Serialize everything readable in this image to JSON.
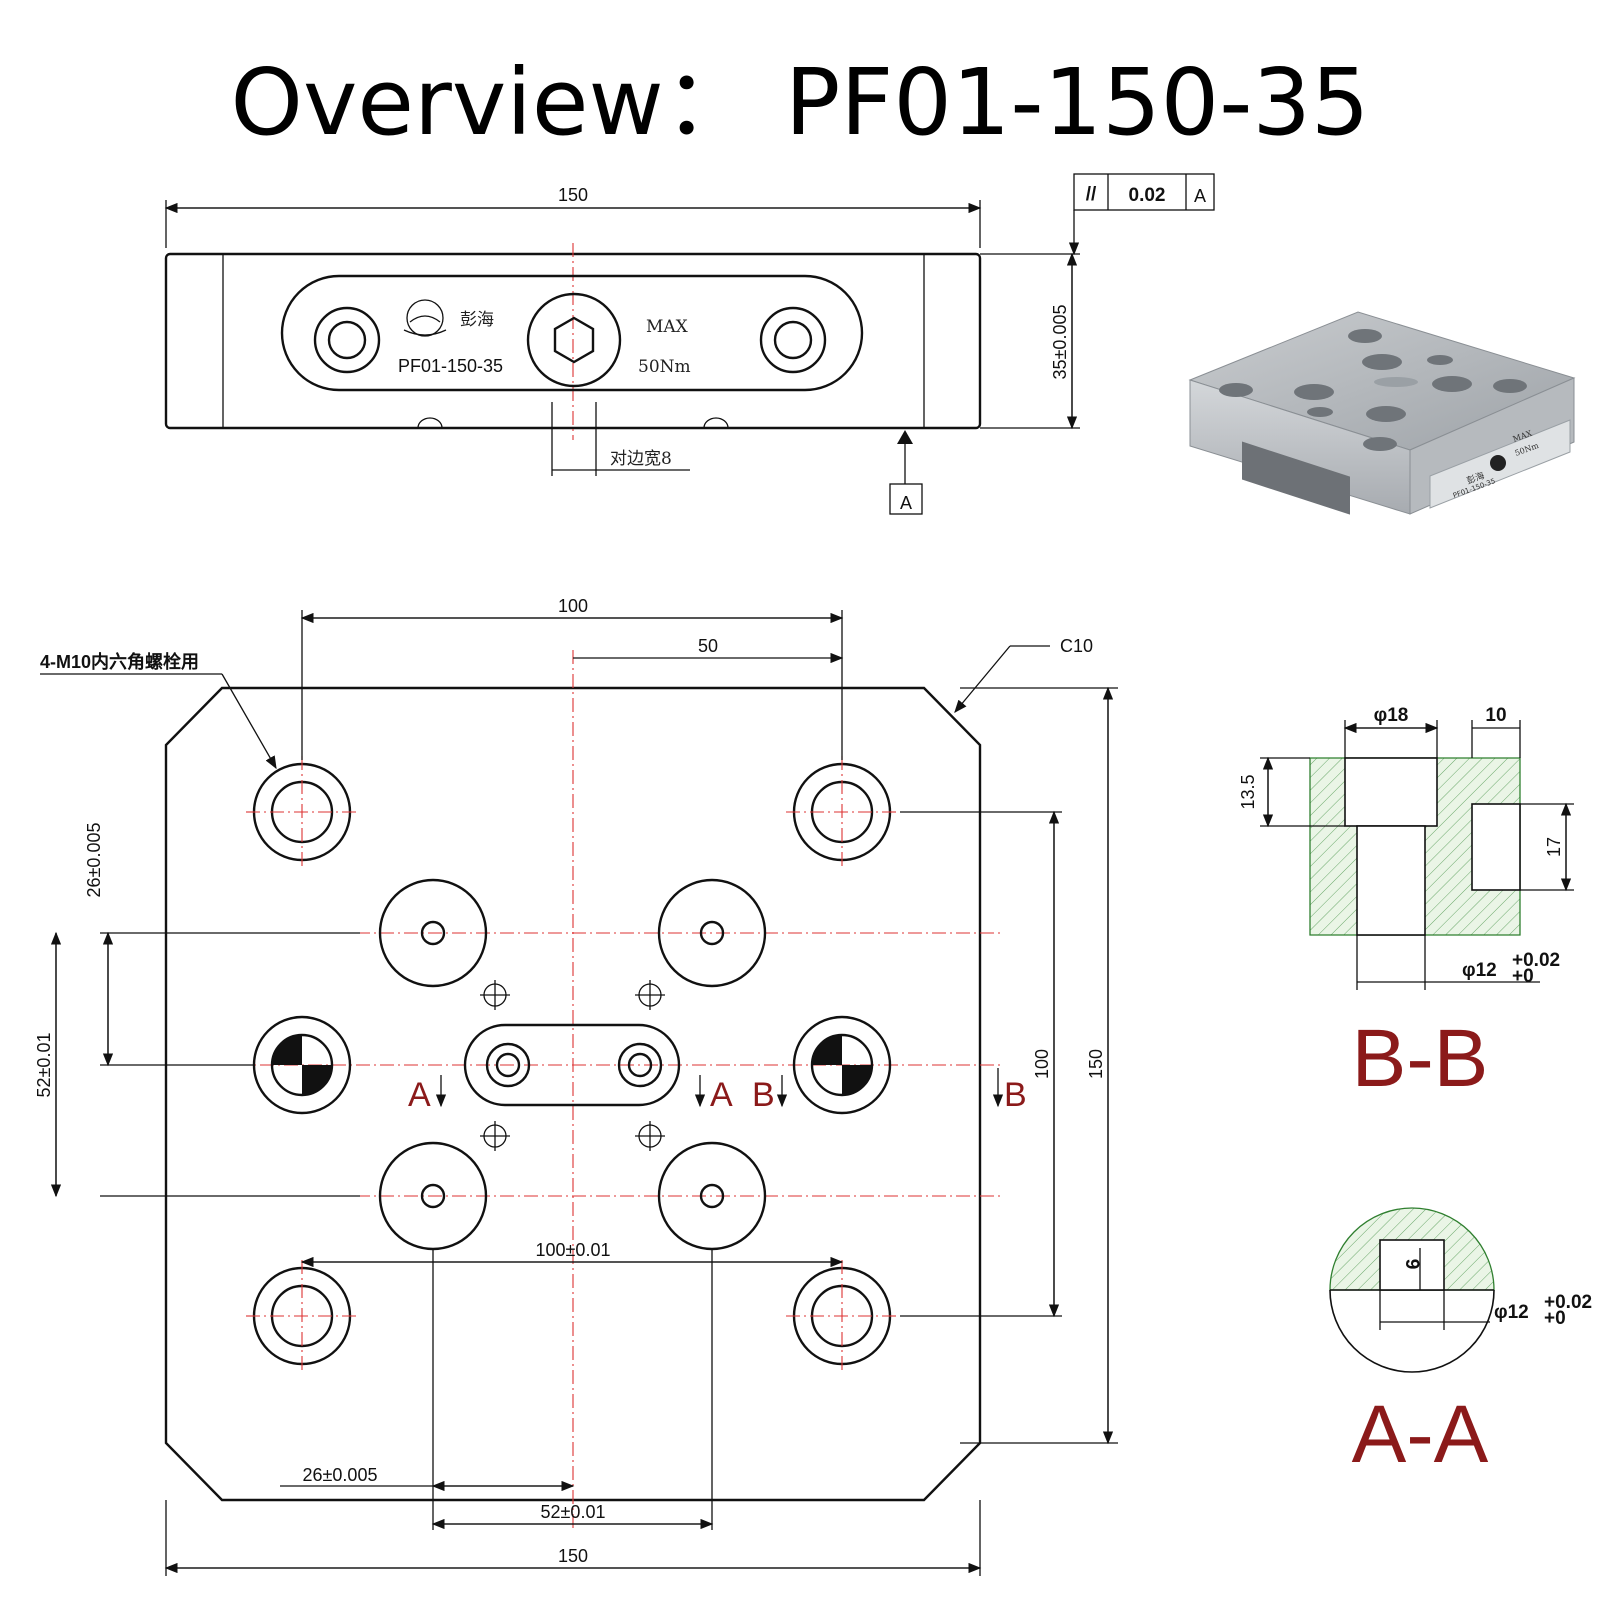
{
  "title": "Overview： PF01-150-35",
  "top_view": {
    "width_dim": "150",
    "height_dim": "35±0.005",
    "parallelism_symbol": "//",
    "parallelism_value": "0.02",
    "datum_ref": "A",
    "datum_label": "A",
    "hex_note": "对边宽8",
    "plate_brand": "彭海",
    "plate_model": "PF01-150-35",
    "plate_max": "MAX",
    "plate_torque": "50Nm"
  },
  "photo": {
    "label_brand": "彭海",
    "label_model": "PF01-150-35",
    "label_max": "MAX",
    "label_torque": "50Nm"
  },
  "plan_view": {
    "dim_100_top": "100",
    "dim_50": "50",
    "chamfer": "C10",
    "bolt_note": "4-M10内六角螺栓用",
    "dim_26_left": "26±0.005",
    "dim_52_left": "52±0.01",
    "dim_100_right": "100",
    "dim_150_right": "150",
    "dim_100_center": "100±0.01",
    "dim_26_bottom": "26±0.005",
    "dim_52_bottom": "52±0.01",
    "dim_150_bottom": "150",
    "section_a_left": "A",
    "section_a_right": "A",
    "section_b_left": "B",
    "section_b_right": "B"
  },
  "section_bb": {
    "dia_18": "φ18",
    "dim_10": "10",
    "dim_13_5": "13.5",
    "dim_17": "17",
    "dia_12": "φ12",
    "tol_upper": "+0.02",
    "tol_lower": "+0",
    "label": "B-B"
  },
  "section_aa": {
    "dim_9": "9",
    "dia_12": "φ12",
    "tol_upper": "+0.02",
    "tol_lower": "+0",
    "label": "A-A"
  }
}
